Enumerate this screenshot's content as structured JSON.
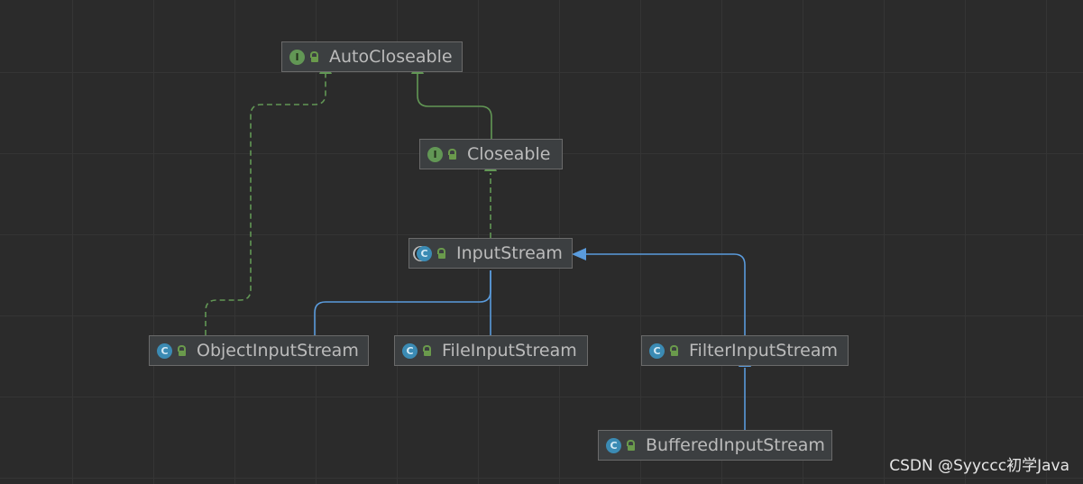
{
  "diagram": {
    "nodes": [
      {
        "id": "autocloseable",
        "kind": "interface",
        "kind_glyph": "I",
        "label": "AutoCloseable"
      },
      {
        "id": "closeable",
        "kind": "interface",
        "kind_glyph": "I",
        "label": "Closeable"
      },
      {
        "id": "inputstream",
        "kind": "abstract-class",
        "kind_glyph": "C",
        "label": "InputStream"
      },
      {
        "id": "objectinputstream",
        "kind": "class",
        "kind_glyph": "C",
        "label": "ObjectInputStream"
      },
      {
        "id": "fileinputstream",
        "kind": "class",
        "kind_glyph": "C",
        "label": "FileInputStream"
      },
      {
        "id": "filterinputstream",
        "kind": "class",
        "kind_glyph": "C",
        "label": "FilterInputStream"
      },
      {
        "id": "bufferedinputstream",
        "kind": "class",
        "kind_glyph": "C",
        "label": "BufferedInputStream"
      }
    ],
    "edges": [
      {
        "from": "closeable",
        "to": "autocloseable",
        "type": "extends-interface"
      },
      {
        "from": "objectinputstream",
        "to": "autocloseable",
        "type": "implements"
      },
      {
        "from": "inputstream",
        "to": "closeable",
        "type": "implements"
      },
      {
        "from": "objectinputstream",
        "to": "inputstream",
        "type": "extends"
      },
      {
        "from": "fileinputstream",
        "to": "inputstream",
        "type": "extends"
      },
      {
        "from": "filterinputstream",
        "to": "inputstream",
        "type": "extends"
      },
      {
        "from": "bufferedinputstream",
        "to": "filterinputstream",
        "type": "extends"
      }
    ],
    "colors": {
      "background": "#2b2b2b",
      "node_fill": "#3c3f41",
      "node_border": "#6a6a6a",
      "interface_edge": "#629755",
      "class_edge": "#5a9bdc"
    }
  },
  "watermark": "CSDN @Syyccc初学Java"
}
